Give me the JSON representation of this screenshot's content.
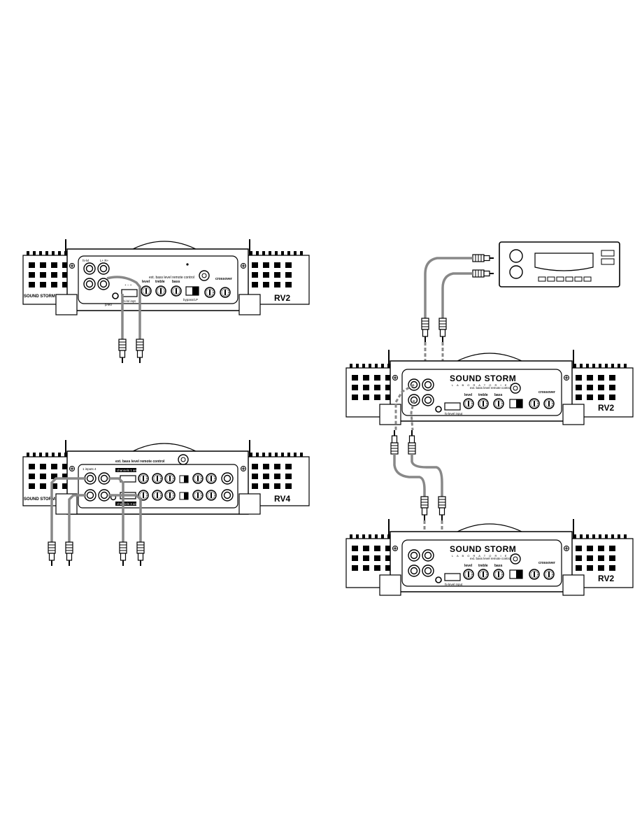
{
  "amp1": {
    "brand": "SOUND STORM",
    "level": "level",
    "treble": "treble",
    "bass": "bass",
    "crossover": "crossover",
    "remote": "ext. bass level remote control",
    "model": "RV2"
  },
  "amp2": {
    "brand": "SOUND STORM",
    "remote": "ext. bass level remote control",
    "channels_a": "channels 1 and 2",
    "channels_b": "channels 3 and 4",
    "model": "RV4"
  },
  "amp3": {
    "brand": "SOUND STORM",
    "sub": "L A B O R A T O R I E S",
    "level": "level",
    "treble": "treble",
    "bass": "bass",
    "crossover": "crossover",
    "remote": "ext. bass level remote control",
    "hi_level": "hi-level input",
    "model": "RV2"
  },
  "amp4": {
    "brand": "SOUND STORM",
    "sub": "L A B O R A T O R I E S",
    "level": "level",
    "treble": "treble",
    "bass": "bass",
    "crossover": "crossover",
    "remote": "ext. bass level remote control",
    "hi_level": "hi-level input",
    "model": "RV2"
  },
  "colors": {
    "line": "#000000",
    "cable": "#888888",
    "paper": "#ffffff"
  }
}
